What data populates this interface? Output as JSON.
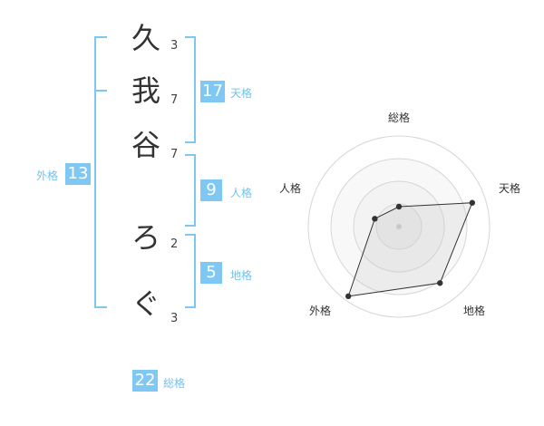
{
  "name": {
    "characters": [
      {
        "char": "久",
        "strokes": "3"
      },
      {
        "char": "我",
        "strokes": "7"
      },
      {
        "char": "谷",
        "strokes": "7"
      },
      {
        "char": "ろ",
        "strokes": "2"
      },
      {
        "char": "ぐ",
        "strokes": "3"
      }
    ]
  },
  "kakusu": {
    "tenkaku": {
      "value": "17",
      "label": "天格"
    },
    "jinkaku": {
      "value": "9",
      "label": "人格"
    },
    "chikaku": {
      "value": "5",
      "label": "地格"
    },
    "gaikaku": {
      "value": "13",
      "label": "外格"
    },
    "soukaku": {
      "value": "22",
      "label": "総格"
    }
  },
  "colors": {
    "accent": "#80c8f4",
    "bracket": "#7fc6f3"
  },
  "chart_data": {
    "type": "radar",
    "axes": [
      "総格",
      "天格",
      "地格",
      "外格",
      "人格"
    ],
    "values": [
      0.22,
      0.85,
      0.77,
      0.95,
      0.28
    ],
    "range": [
      0,
      1
    ],
    "rings": 4
  }
}
